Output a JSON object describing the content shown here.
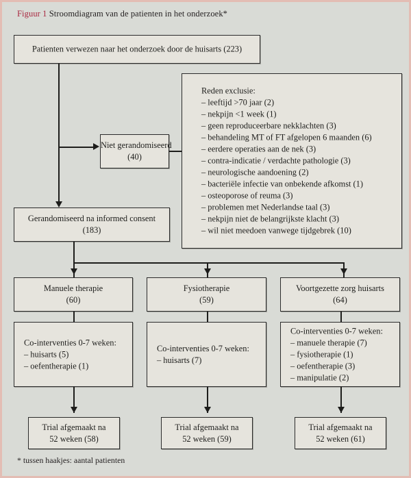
{
  "figure": {
    "label": "Figuur 1",
    "title": "Stroomdiagram van de patienten in het onderzoek*",
    "footnote": "* tussen haakjes: aantal patienten",
    "accent_color": "#a92941",
    "frame_color": "#e3bdb4",
    "background_color": "#d9dbd6",
    "box_fill": "#e6e4dd",
    "box_border": "#2b2b2b"
  },
  "nodes": {
    "referred": {
      "lines": [
        "Patienten verwezen naar het onderzoek door de huisarts (223)"
      ]
    },
    "not_randomised": {
      "lines": [
        "Niet gerandomiseerd",
        "(40)"
      ]
    },
    "exclusion": {
      "heading": "Reden exclusie:",
      "items": [
        "– leeftijd >70 jaar (2)",
        "– nekpijn <1 week (1)",
        "– geen reproduceerbare nekklachten (3)",
        "– behandeling MT of FT afgelopen 6 maanden (6)",
        "– eerdere operaties aan de nek (3)",
        "– contra-indicatie / verdachte pathologie (3)",
        "– neurologische aandoening (2)",
        "– bacteriële infectie van onbekende afkomst (1)",
        "– osteoporose of reuma (3)",
        "– problemen met Nederlandse taal (3)",
        "– nekpijn niet de belangrijkste klacht (3)",
        "– wil niet meedoen vanwege tijdgebrek (10)"
      ]
    },
    "randomised": {
      "lines": [
        "Gerandomiseerd na informed consent",
        "(183)"
      ]
    },
    "arm1": {
      "lines": [
        "Manuele therapie",
        "(60)"
      ]
    },
    "arm2": {
      "lines": [
        "Fysiotherapie",
        "(59)"
      ]
    },
    "arm3": {
      "lines": [
        "Voortgezette zorg huisarts",
        "(64)"
      ]
    },
    "co1": {
      "heading": "Co-interventies 0-7 weken:",
      "items": [
        "– huisarts (5)",
        "– oefentherapie (1)"
      ]
    },
    "co2": {
      "heading": "Co-interventies 0-7 weken:",
      "items": [
        "– huisarts (7)"
      ]
    },
    "co3": {
      "heading": "Co-interventies 0-7 weken:",
      "items": [
        "– manuele therapie (7)",
        "– fysiotherapie (1)",
        "– oefentherapie (3)",
        "– manipulatie (2)"
      ]
    },
    "end1": {
      "lines": [
        "Trial afgemaakt na",
        "52 weken (58)"
      ]
    },
    "end2": {
      "lines": [
        "Trial afgemaakt na",
        "52 weken (59)"
      ]
    },
    "end3": {
      "lines": [
        "Trial afgemaakt na",
        "52 weken (61)"
      ]
    }
  }
}
